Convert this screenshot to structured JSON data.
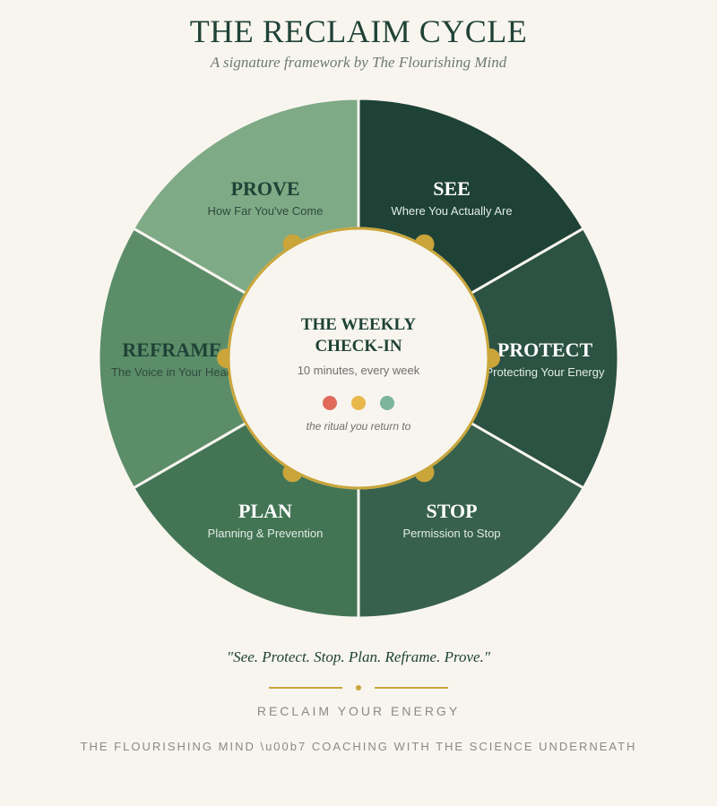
{
  "header": {
    "title": "THE RECLAIM CYCLE",
    "subtitle": "A signature framework by The Flourishing Mind"
  },
  "cycle": {
    "segments": [
      {
        "key": "see",
        "title": "SEE",
        "subtitle": "Where You Actually Are",
        "color": "#1f4236",
        "title_color": "#ffffff",
        "subtitle_color": "#e3ece6"
      },
      {
        "key": "protect",
        "title": "PROTECT",
        "subtitle": "Protecting Your Energy",
        "color": "#2b5243",
        "title_color": "#ffffff",
        "subtitle_color": "#e3ece6"
      },
      {
        "key": "stop",
        "title": "STOP",
        "subtitle": "Permission to Stop",
        "color": "#37614c",
        "title_color": "#ffffff",
        "subtitle_color": "#e3ece6"
      },
      {
        "key": "plan",
        "title": "PLAN",
        "subtitle": "Planning & Prevention",
        "color": "#437555",
        "title_color": "#ffffff",
        "subtitle_color": "#e3ece6"
      },
      {
        "key": "reframe",
        "title": "REFRAME",
        "subtitle": "The Voice in Your Head",
        "color": "#5c8d69",
        "title_color": "#1f4236",
        "subtitle_color": "#2f4a3d"
      },
      {
        "key": "prove",
        "title": "PROVE",
        "subtitle": "How Far You've Come",
        "color": "#7eaa86",
        "title_color": "#1f4236",
        "subtitle_color": "#2f4a3d"
      }
    ]
  },
  "center": {
    "title_line1": "THE WEEKLY",
    "title_line2": "CHECK-IN",
    "subtitle": "10 minutes, every week",
    "tagline": "the ritual you return to",
    "dots": [
      "#e06b5c",
      "#e8b84a",
      "#7db59a"
    ],
    "ring_color": "#c9a53a"
  },
  "footer": {
    "quote": "\"See. Protect. Stop. Plan. Reframe. Prove.\"",
    "tagline": "RECLAIM YOUR ENERGY",
    "credit": "THE FLOURISHING MIND \\u00b7 COACHING WITH THE SCIENCE UNDERNEATH"
  }
}
